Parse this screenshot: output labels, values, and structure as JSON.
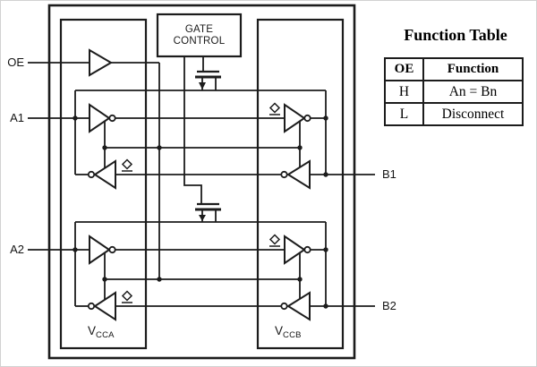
{
  "diagram": {
    "gate_control": {
      "line1": "GATE",
      "line2": "CONTROL"
    },
    "ports": {
      "oe": "OE",
      "a1": "A1",
      "a2": "A2",
      "b1": "B1",
      "b2": "B2"
    },
    "supplies": {
      "vcca_main": "V",
      "vcca_sub": "CCA",
      "vccb_main": "V",
      "vccb_sub": "CCB"
    }
  },
  "function_table": {
    "title": "Function Table",
    "headers": {
      "oe": "OE",
      "function": "Function"
    },
    "rows": [
      {
        "oe": "H",
        "function": "An = Bn"
      },
      {
        "oe": "L",
        "function": "Disconnect"
      }
    ]
  },
  "colors": {
    "line": "#1c1c1c",
    "text": "#111111",
    "background": "#ffffff"
  }
}
